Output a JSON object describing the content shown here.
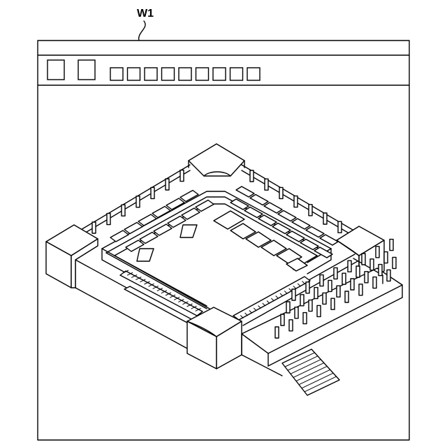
{
  "figure": {
    "reference_label": "W1"
  },
  "window": {
    "toolbar": {
      "large_buttons": 2,
      "small_buttons": 9
    }
  },
  "viewport": {
    "object": "isometric-stadium-model"
  }
}
